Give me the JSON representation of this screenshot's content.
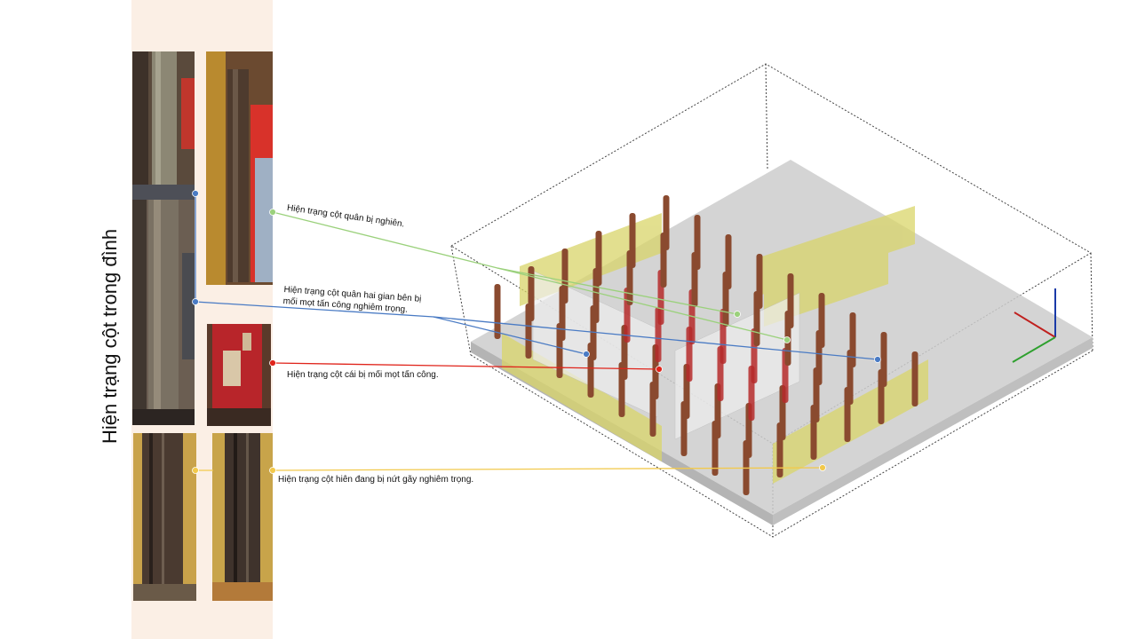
{
  "title": "Hiện trạng cột trong đình",
  "callouts": {
    "green": "Hiện trạng cột quân bị nghiên.",
    "blue_line1": "Hiện trạng cột quân hai gian bên bị",
    "blue_line2": "mối mọt tấn công nghiêm trọng.",
    "red": "Hiện trạng cột cái bị mối mọt tấn công.",
    "yellow": "Hiện trạng cột hiên đang bị nứt gãy nghiêm trọng."
  },
  "colors": {
    "strip_bg": "#fbefe5",
    "green": "#9bd17c",
    "blue": "#4a7bc4",
    "red": "#e0241b",
    "yellow": "#f2c94c",
    "column": "#8a4a2f",
    "column_red": "#b52a2a",
    "wall_yellow": "#d9d56a",
    "floor": "#c9c9c9"
  },
  "axes_icon": [
    "x-axis-red",
    "y-axis-green",
    "z-axis-blue"
  ]
}
